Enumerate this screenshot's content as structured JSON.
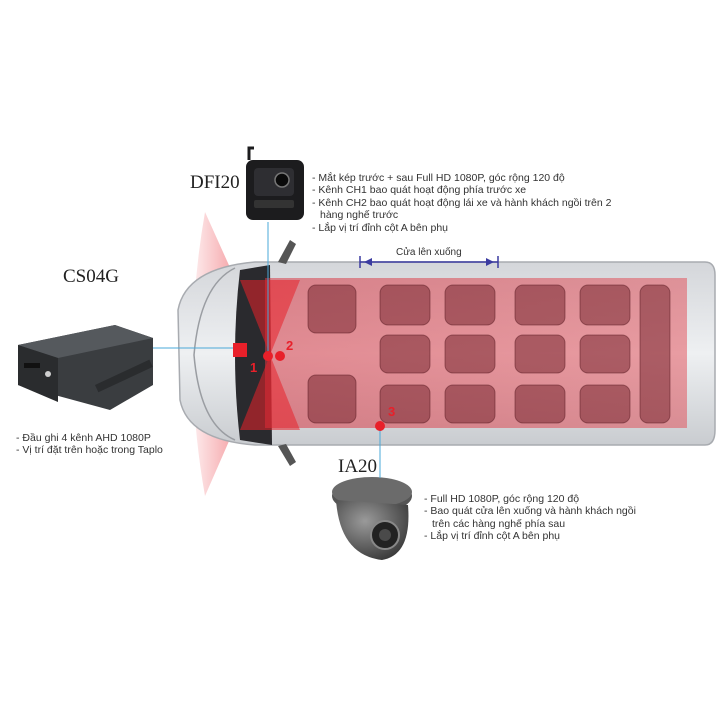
{
  "devices": {
    "dfi20": {
      "model": "DFI20",
      "features": [
        "Mắt kép trước + sau Full HD 1080P, góc rộng 120 độ",
        "Kênh CH1 bao quát hoạt động phía trước xe",
        "Kênh CH2 bao quát hoạt động lái xe và hành khách ngồi trên 2 hàng nghế trước",
        "Lắp vị trí đỉnh cột A bên phụ"
      ]
    },
    "cs04g": {
      "model": "CS04G",
      "features": [
        "Đầu ghi 4 kênh AHD 1080P",
        "Vị trí đặt trên hoặc trong Taplo"
      ]
    },
    "ia20": {
      "model": "IA20",
      "features": [
        "Full HD 1080P, góc rộng 120 độ",
        "Bao quát cửa lên xuống và hành khách ngồi trên các hàng nghế phía sau",
        "Lắp vị trí đỉnh cột A bên phụ"
      ]
    }
  },
  "door_label": "Cửa lên xuống",
  "camera_points": [
    "1",
    "2",
    "3"
  ],
  "colors": {
    "coverage_red": "#e8202a",
    "leader_blue": "#4aa8d8",
    "door_arrow": "#3b3ba0"
  }
}
